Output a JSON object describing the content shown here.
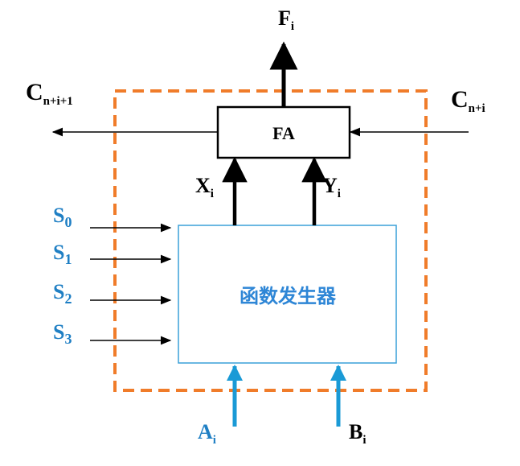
{
  "colors": {
    "dashed_border": "#f07c2a",
    "generator_border": "#3aa0d8",
    "generator_text": "#2e86d6",
    "blue_label": "#1f7fc4",
    "blue_arrow": "#1a9ad6",
    "black": "#000000"
  },
  "labels": {
    "output_main": "F",
    "output_sub": "i",
    "carry_out_main": "C",
    "carry_out_sub": "n+i+1",
    "carry_in_main": "C",
    "carry_in_sub": "n+i",
    "x_main": "X",
    "x_sub": "i",
    "y_main": "Y",
    "y_sub": "i",
    "a_main": "A",
    "a_sub": "i",
    "b_main": "B",
    "b_sub": "i",
    "s0_main": "S",
    "s0_sub": "0",
    "s1_main": "S",
    "s1_sub": "1",
    "s2_main": "S",
    "s2_sub": "2",
    "s3_main": "S",
    "s3_sub": "3"
  },
  "blocks": {
    "adder": "FA",
    "function_generator": "函数发生器"
  }
}
